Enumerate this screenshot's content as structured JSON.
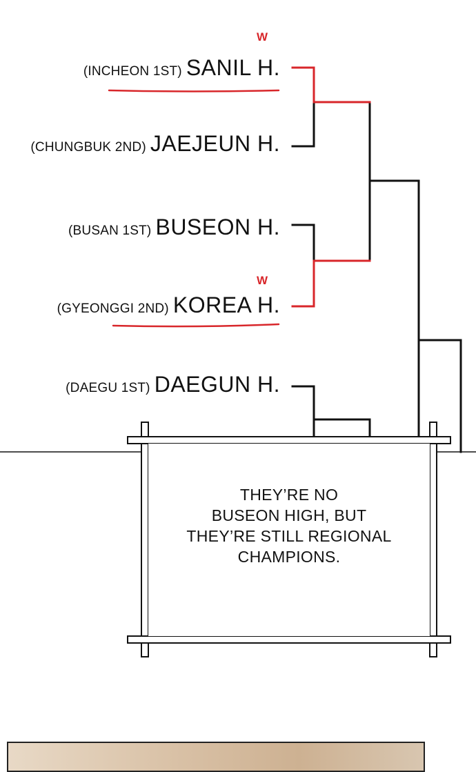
{
  "bracket": {
    "teams": [
      {
        "id": "sanil",
        "region": "(INCHEON 1ST)",
        "school": "SANIL H.",
        "winner": true
      },
      {
        "id": "jaejeun",
        "region": "(CHUNGBUK 2ND)",
        "school": "JAEJEUN H.",
        "winner": false
      },
      {
        "id": "buseon",
        "region": "(BUSAN 1ST)",
        "school": "BUSEON H.",
        "winner": false
      },
      {
        "id": "korea",
        "region": "(GYEONGGI 2ND)",
        "school": "KOREA H.",
        "winner": true
      },
      {
        "id": "daegun",
        "region": "(DAEGU 1ST)",
        "school": "DAEGUN H.",
        "winner": false
      }
    ],
    "win_mark": "W",
    "win_color": "#d8262a",
    "line_color": "#111111"
  },
  "caption": {
    "text_lines": [
      "THEY’RE NO",
      "BUSEON HIGH, BUT",
      "THEY’RE STILL REGIONAL",
      "CHAMPIONS."
    ]
  }
}
